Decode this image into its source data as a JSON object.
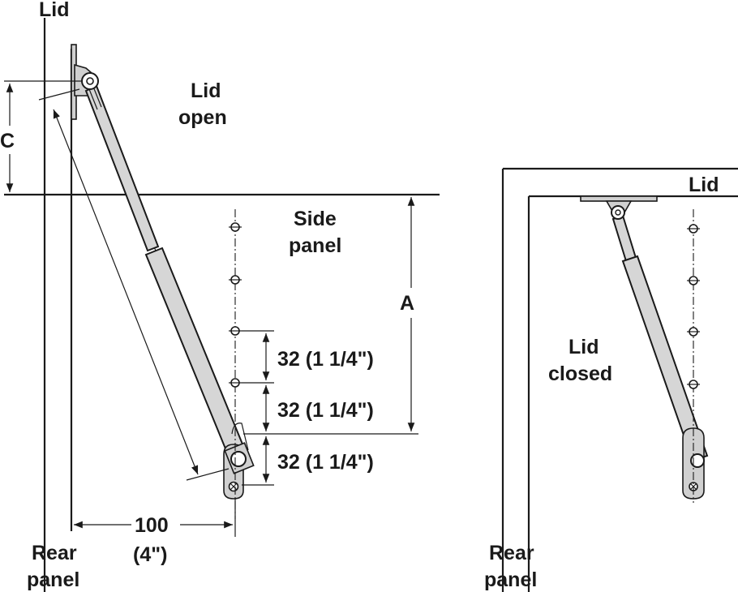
{
  "labels": {
    "lid_top": "Lid",
    "lid_open_1": "Lid",
    "lid_open_2": "open",
    "side_panel_1": "Side",
    "side_panel_2": "panel",
    "dim_c": "C",
    "dim_a": "A",
    "spacing_1": "32 (1 1/4\")",
    "spacing_2": "32 (1 1/4\")",
    "spacing_3": "32 (1 1/4\")",
    "offset_mm": "100",
    "offset_in": "(4\")",
    "rear_panel_left_1": "Rear",
    "rear_panel_left_2": "panel",
    "lid_right": "Lid",
    "lid_closed_1": "Lid",
    "lid_closed_2": "closed",
    "rear_panel_right_1": "Rear",
    "rear_panel_right_2": "panel"
  },
  "colors": {
    "line": "#1a1a1a",
    "strut_fill": "#d6d6d6",
    "plate_fill": "#d0d0d0",
    "background": "#ffffff"
  }
}
